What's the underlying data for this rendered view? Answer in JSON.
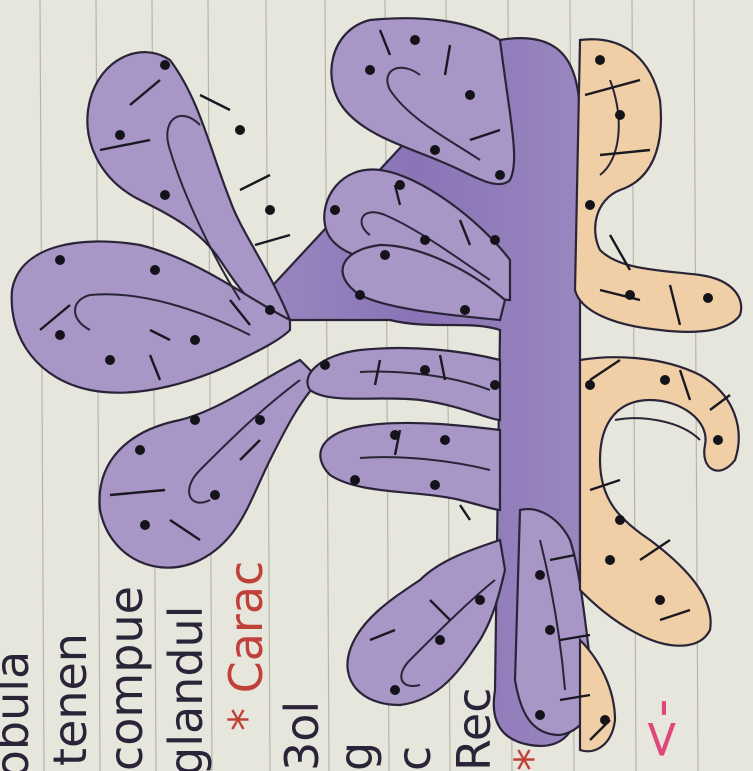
{
  "image": {
    "kind": "photo of a hand-drawn notebook sketch",
    "colors": {
      "paper": "#e7e6dc",
      "rule_line": "#aaa9a2",
      "purple_fill": "#a796c6",
      "purple_dark": "#7a62a8",
      "orange_fill": "#f0cfa6",
      "ink": "#1a1922",
      "red_ink": "#c0413a",
      "pink_ink": "#e0467a"
    }
  },
  "notes": {
    "line1": "* Carac",
    "line2": "glandul",
    "line3": "compue",
    "line4": "tenen",
    "line5": "lobula",
    "col2_line1": "Rec",
    "col2_line2": "c",
    "col2_line3": "g",
    "col2_line4": "3ol",
    "col2_star": "*",
    "arrow": "<-"
  }
}
